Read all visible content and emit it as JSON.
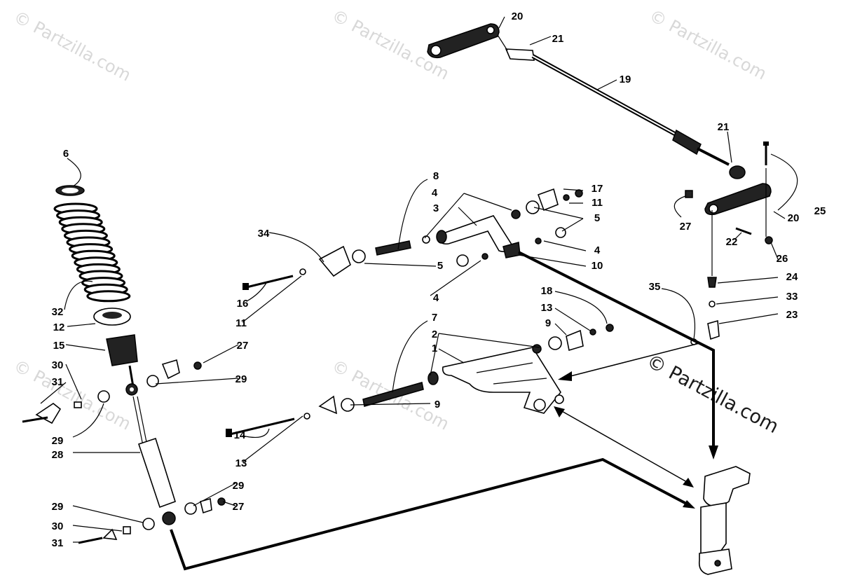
{
  "watermarks": {
    "faint": [
      "© Partzilla.com",
      "© Partzilla.com",
      "© Partzilla.com",
      "© Partzilla.com",
      "© Partzilla.com",
      "© Partzilla.com"
    ],
    "bold": "© Partzilla.com"
  },
  "callouts": [
    "20",
    "21",
    "19",
    "21",
    "25",
    "20",
    "27",
    "22",
    "26",
    "24",
    "33",
    "23",
    "35",
    "6",
    "8",
    "4",
    "17",
    "11",
    "3",
    "5",
    "34",
    "4",
    "10",
    "5",
    "4",
    "16",
    "11",
    "32",
    "12",
    "15",
    "18",
    "13",
    "9",
    "7",
    "2",
    "1",
    "27",
    "29",
    "30",
    "31",
    "9",
    "29",
    "14",
    "13",
    "28",
    "29",
    "27",
    "29",
    "30",
    "31"
  ]
}
